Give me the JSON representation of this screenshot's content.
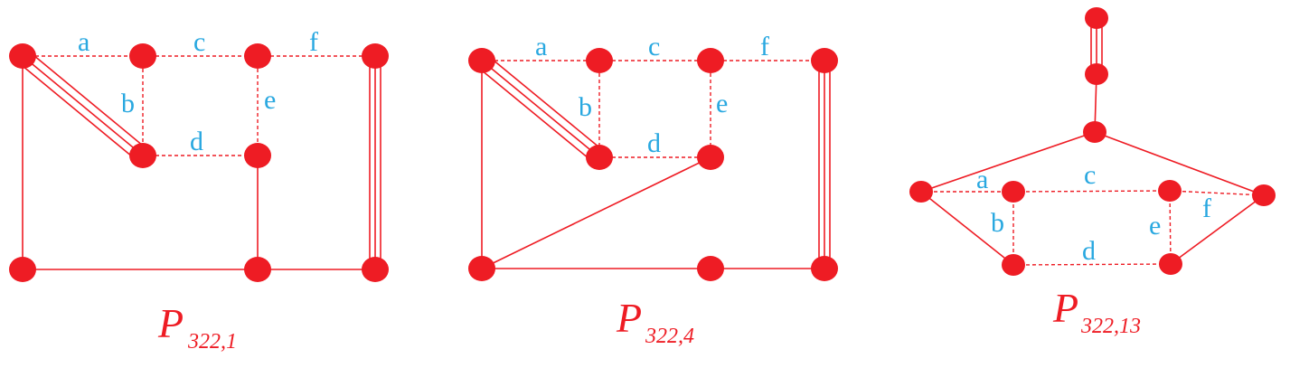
{
  "graphs": [
    {
      "caption": {
        "main": "P",
        "sub": "322,1"
      },
      "edge_labels": [
        "a",
        "b",
        "c",
        "d",
        "e",
        "f"
      ]
    },
    {
      "caption": {
        "main": "P",
        "sub": "322,4"
      },
      "edge_labels": [
        "a",
        "b",
        "c",
        "d",
        "e",
        "f"
      ]
    },
    {
      "caption": {
        "main": "P",
        "sub": "322,13"
      },
      "edge_labels": [
        "a",
        "b",
        "c",
        "d",
        "e",
        "f"
      ]
    }
  ],
  "colors": {
    "edge": "#ee1c24",
    "node": "#ee1c24",
    "edge_label": "#29a8e0",
    "caption": "#ee1c24"
  }
}
